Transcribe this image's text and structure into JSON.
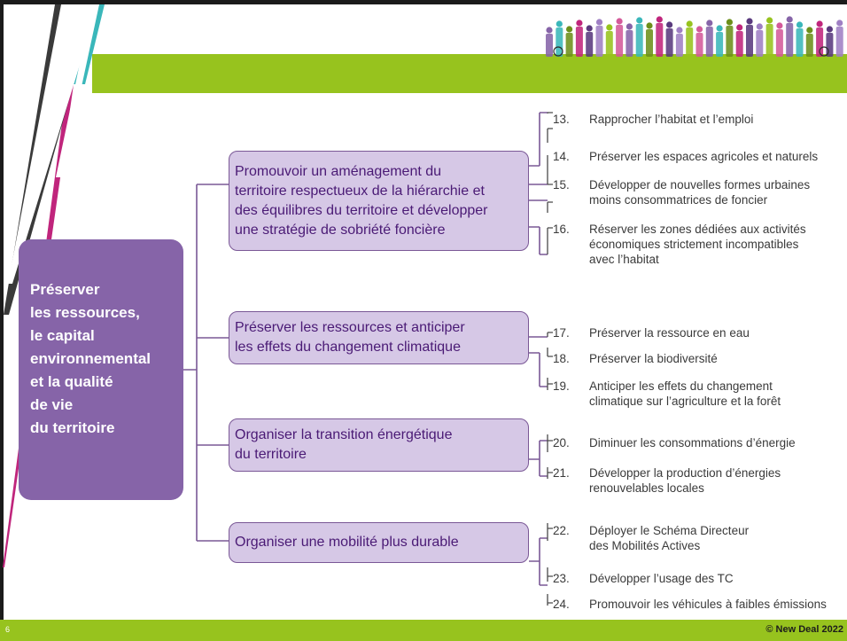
{
  "slide": {
    "page_number": "6",
    "copyright": "© New Deal 2022",
    "colors": {
      "green": "#97c31e",
      "purple_dark": "#8664a8",
      "purple_light": "#d6c8e6",
      "purple_text": "#4a1a75",
      "teal": "#3ab7ba",
      "magenta": "#c0257c"
    },
    "banner_image": "people-silhouettes-banner"
  },
  "main_objective": {
    "lines": [
      "Préserver",
      "les ressources,",
      "le capital",
      "environnemental",
      "et la qualité",
      "de vie",
      "du territoire"
    ]
  },
  "themes": [
    {
      "lines": [
        "Promouvoir un aménagement du",
        "territoire respectueux de la hiérarchie et",
        "des équilibres du territoire et développer",
        "une stratégie de sobriété foncière"
      ],
      "actions": [
        {
          "number": "13.",
          "lines": [
            "Rapprocher l’habitat et l’emploi"
          ]
        },
        {
          "number": "14.",
          "lines": [
            "Préserver les espaces agricoles et naturels"
          ]
        },
        {
          "number": "15.",
          "lines": [
            "Développer de nouvelles formes urbaines",
            "moins consommatrices de foncier"
          ]
        },
        {
          "number": "16.",
          "lines": [
            "Réserver les zones dédiées aux activités",
            "économiques strictement incompatibles",
            "avec l’habitat"
          ]
        }
      ]
    },
    {
      "lines": [
        "Préserver les ressources et anticiper",
        "les effets du changement climatique"
      ],
      "actions": [
        {
          "number": "17.",
          "lines": [
            "Préserver la ressource en eau"
          ]
        },
        {
          "number": "18.",
          "lines": [
            "Préserver la biodiversité"
          ]
        },
        {
          "number": "19.",
          "lines": [
            "Anticiper les effets du changement",
            "climatique sur l’agriculture et la forêt"
          ]
        }
      ]
    },
    {
      "lines": [
        "Organiser la transition énergétique",
        "du territoire"
      ],
      "actions": [
        {
          "number": "20.",
          "lines": [
            "Diminuer les consommations d’énergie"
          ]
        },
        {
          "number": "21.",
          "lines": [
            "Développer la production d’énergies",
            "renouvelables locales"
          ]
        }
      ]
    },
    {
      "lines": [
        "Organiser une mobilité plus durable"
      ],
      "actions": [
        {
          "number": "22.",
          "lines": [
            "Déployer le Schéma Directeur",
            "des Mobilités Actives"
          ]
        },
        {
          "number": "23.",
          "lines": [
            "Développer l’usage des TC"
          ]
        },
        {
          "number": "24.",
          "lines": [
            "Promouvoir les véhicules à faibles émissions"
          ]
        }
      ]
    }
  ]
}
